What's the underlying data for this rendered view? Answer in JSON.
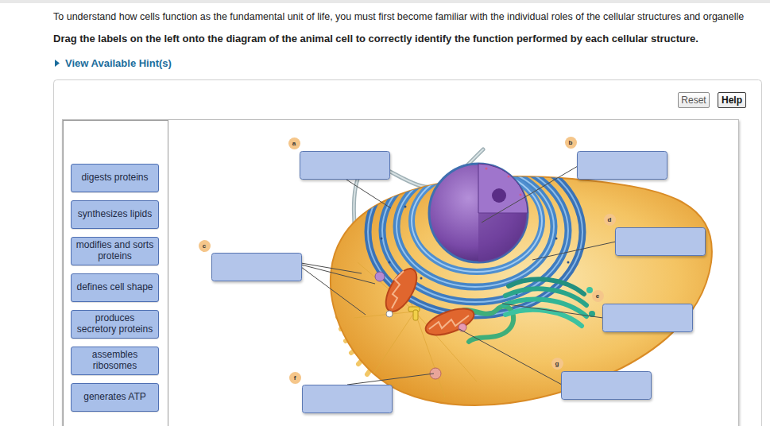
{
  "diagram": {
    "nodes": [
      {
        "text": [
          "Reset"
        ]
      },
      {
        "text": [
          "Help"
        ]
      },
      {
        "text": [
          "digests proteins"
        ]
      },
      {
        "text": [
          "synthesizes lipids"
        ]
      },
      {
        "text": [
          "modifies and sorts proteins"
        ]
      },
      {
        "text": [
          "defines cell shape"
        ]
      },
      {
        "text": [
          "produces secretory proteins"
        ]
      },
      {
        "text": [
          "assembles ribosomes"
        ]
      },
      {
        "text": [
          "generates ATP"
        ]
      },
      {
        "text": [
          "a"
        ]
      },
      {
        "text": [
          "b"
        ]
      },
      {
        "text": [
          "c"
        ]
      },
      {
        "text": [
          "d"
        ]
      },
      {
        "text": [
          "e"
        ]
      },
      {
        "text": [
          "f"
        ]
      },
      {
        "text": [
          "g"
        ]
      }
    ],
    "labels": [
      "To understand how cells function as the fundamental unit of life, you must first become familiar with the individual roles of the cellular structures and organelle",
      "Drag the labels on the left onto the diagram of the animal cell to correctly identify the function performed by each cellular structure.",
      "View Available Hint(s)"
    ]
  }
}
